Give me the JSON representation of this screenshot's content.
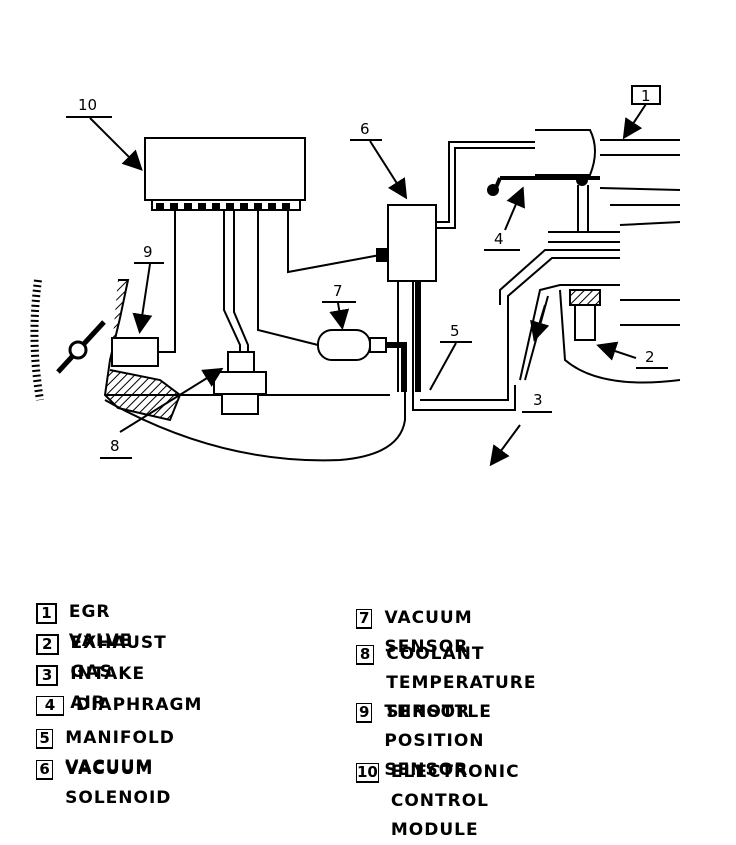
{
  "callouts": {
    "c1": "1",
    "c2": "2",
    "c3": "3",
    "c4": "4",
    "c5": "5",
    "c6": "6",
    "c7": "7",
    "c8": "8",
    "c9": "9",
    "c10": "10"
  },
  "legend": [
    {
      "num": "1",
      "label": "EGR VALVE"
    },
    {
      "num": "2",
      "label": "EXHAUST GAS"
    },
    {
      "num": "3",
      "label": "INTAKE AIR"
    },
    {
      "num": "4",
      "label": "DIAPHRAGM"
    },
    {
      "num": "5",
      "label": "MANIFOLD VACUUM"
    },
    {
      "num": "6",
      "label": "VACUUM SOLENOID"
    },
    {
      "num": "7",
      "label": "VACUUM SENSOR"
    },
    {
      "num": "8",
      "label": "COOLANT TEMPERATURE\nSENSOR"
    },
    {
      "num": "9",
      "label": "THROTTLE POSITION\nSENSOR"
    },
    {
      "num": "10",
      "label": "ELECTRONIC CONTROL\nMODULE"
    }
  ]
}
